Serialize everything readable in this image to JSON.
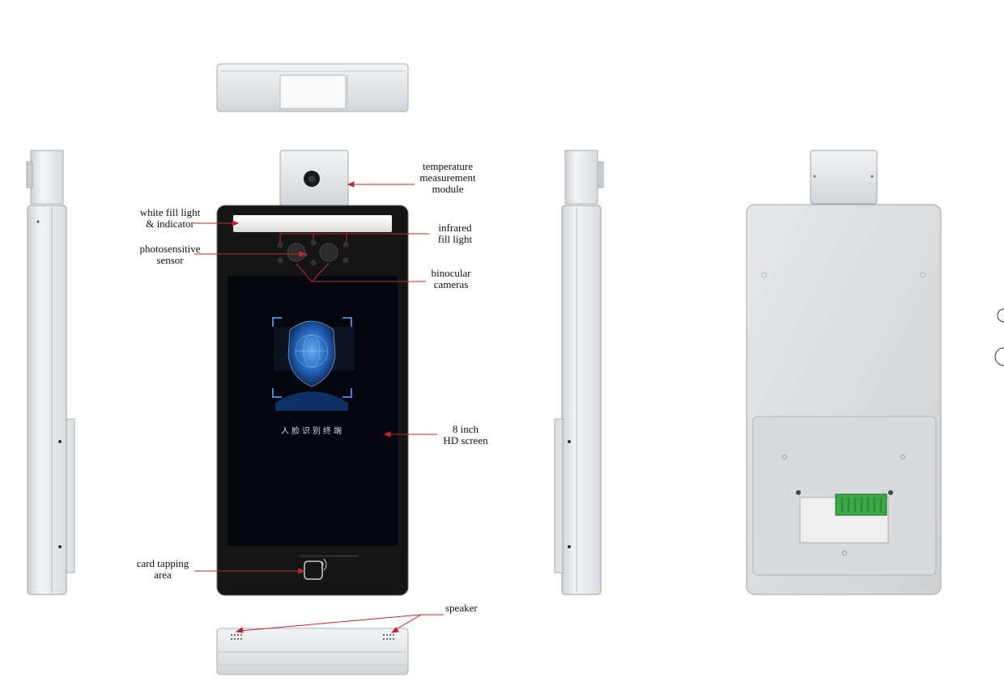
{
  "labels": {
    "temperature": "temperature\nmeasurement\nmodule",
    "white_fill": "white fill light\n& indicator",
    "infrared": "infrared\nfill light",
    "photosensitive": "photosensitive\nsensor",
    "binocular": "binocular\ncameras",
    "screen": "8 inch\nHD screen",
    "card": "card tapping\narea",
    "speaker": "speaker"
  },
  "screen_caption": "人脸识别终端",
  "colors": {
    "leader": "#c0262d",
    "body_light": "#e4e6e8",
    "front_panel": "#151515",
    "screen": "#03070d",
    "terminal_block": "#3aa845"
  }
}
